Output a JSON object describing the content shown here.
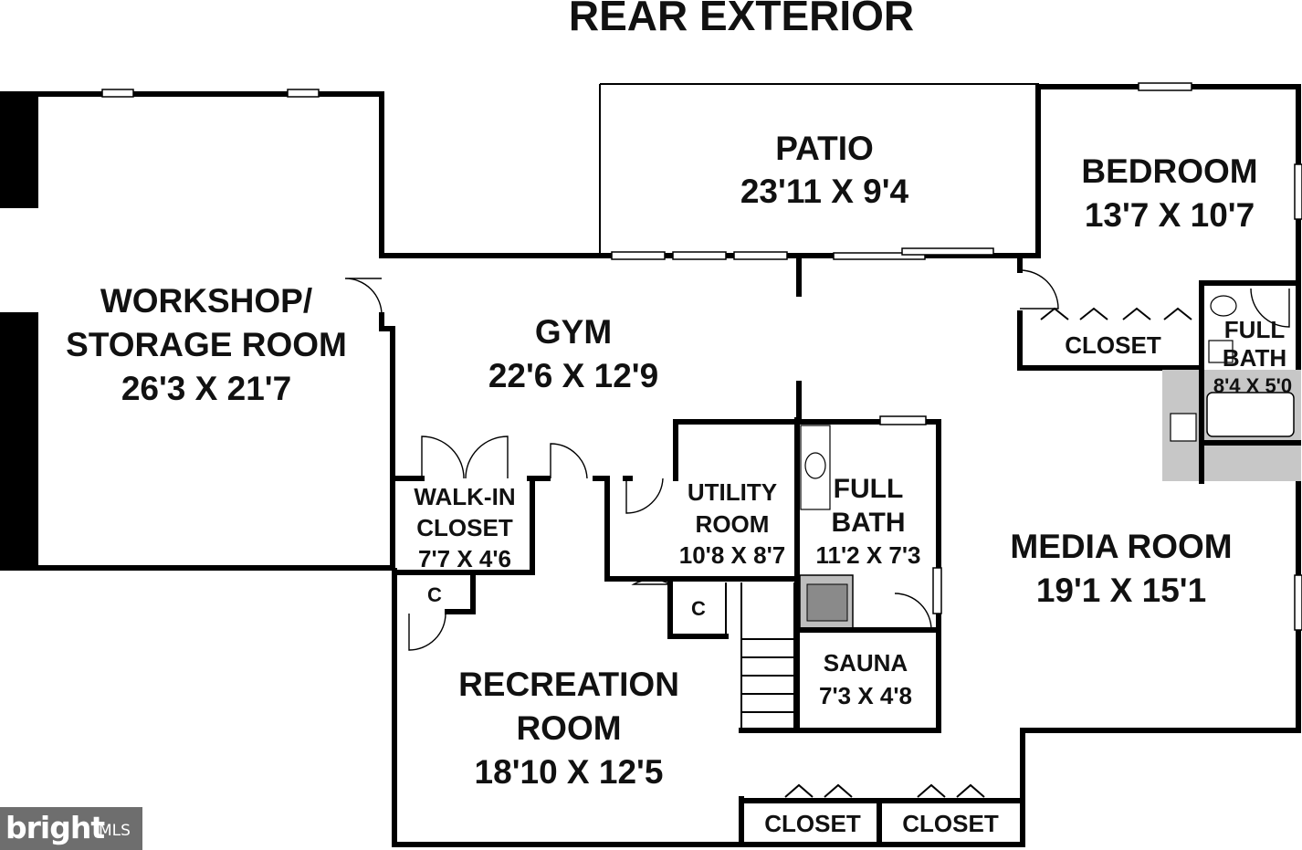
{
  "header": {
    "title": "REAR EXTERIOR"
  },
  "rooms": {
    "workshop": {
      "line1": "WORKSHOP/",
      "line2": "STORAGE ROOM",
      "dims": "26'3 X 21'7"
    },
    "patio": {
      "name": "PATIO",
      "dims": "23'11 X 9'4"
    },
    "bedroom": {
      "name": "BEDROOM",
      "dims": "13'7 X 10'7"
    },
    "gym": {
      "name": "GYM",
      "dims": "22'6 X 12'9"
    },
    "closet_bedroom": {
      "name": "CLOSET"
    },
    "full_bath_small": {
      "line1": "FULL",
      "line2": "BATH",
      "dims": "8'4 X 5'0"
    },
    "walk_in_closet": {
      "line1": "WALK-IN",
      "line2": "CLOSET",
      "dims": "7'7 X 4'6"
    },
    "utility": {
      "line1": "UTILITY",
      "line2": "ROOM",
      "dims": "10'8 X 8'7"
    },
    "full_bath": {
      "line1": "FULL",
      "line2": "BATH",
      "dims": "11'2 X 7'3"
    },
    "media": {
      "name": "MEDIA ROOM",
      "dims": "19'1 X 15'1"
    },
    "closet_c1": {
      "name": "C"
    },
    "closet_c2": {
      "name": "C"
    },
    "sauna": {
      "name": "SAUNA",
      "dims": "7'3 X 4'8"
    },
    "recreation": {
      "line1": "RECREATION",
      "line2": "ROOM",
      "dims": "18'10 X 12'5"
    },
    "closet_left": {
      "name": "CLOSET"
    },
    "closet_right": {
      "name": "CLOSET"
    }
  },
  "watermark": {
    "brand": "bright",
    "suffix": "MLS"
  }
}
